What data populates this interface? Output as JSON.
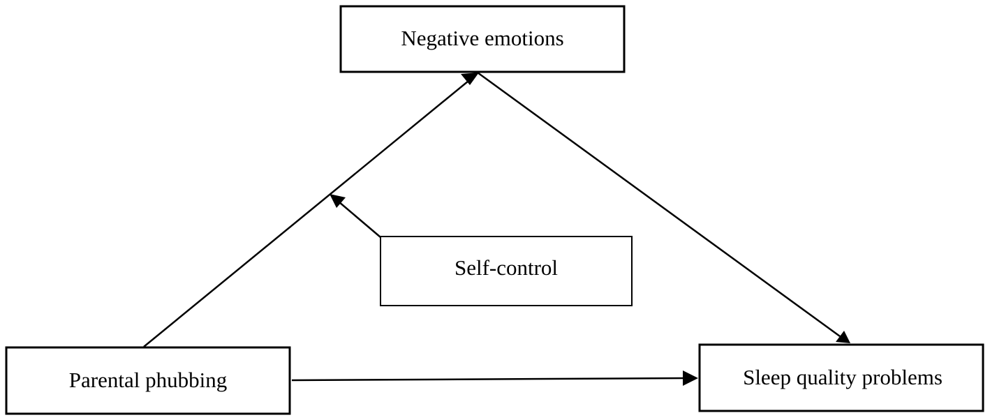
{
  "nodes": {
    "negative_emotions": {
      "label": "Negative emotions"
    },
    "self_control": {
      "label": "Self-control"
    },
    "parental_phubbing": {
      "label": "Parental phubbing"
    },
    "sleep_quality": {
      "label": "Sleep quality problems"
    }
  },
  "edges": [
    {
      "from": "parental_phubbing",
      "to": "negative_emotions"
    },
    {
      "from": "negative_emotions",
      "to": "sleep_quality"
    },
    {
      "from": "parental_phubbing",
      "to": "sleep_quality"
    },
    {
      "from": "self_control",
      "to": "edge:parental_phubbing-negative_emotions"
    }
  ],
  "colors": {
    "stroke": "#000000",
    "background": "#ffffff"
  }
}
